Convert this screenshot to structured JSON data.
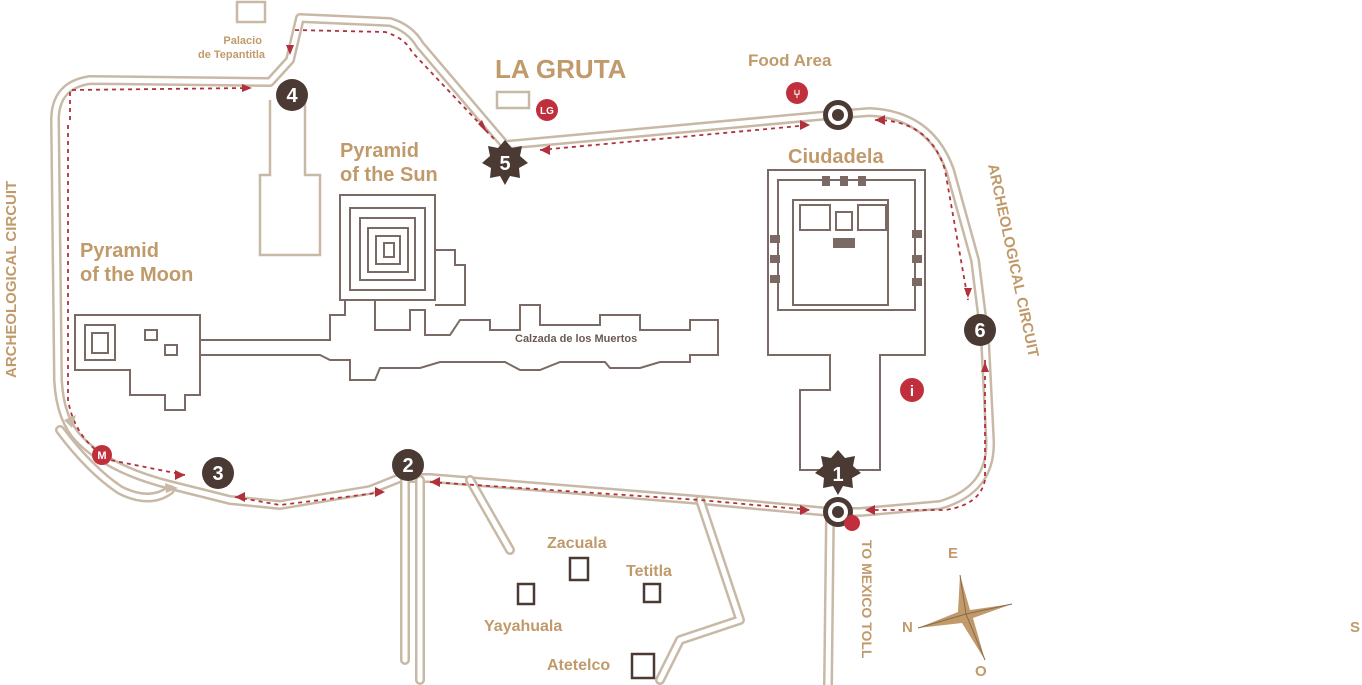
{
  "places": {
    "palacio": "Palacio\nde Tepantitla",
    "la_gruta": "LA GRUTA",
    "food_area": "Food Area",
    "pyramid_sun": "Pyramid\nof the Sun",
    "pyramid_moon": "Pyramid\nof the Moon",
    "ciudadela": "Ciudadela",
    "calzada": "Calzada de los Muertos",
    "zacuala": "Zacuala",
    "tetitla": "Tetitla",
    "yayahuala": "Yayahuala",
    "atetelco": "Atetelco"
  },
  "circuit_labels": {
    "left": "ARCHEOLOGICAL CIRCUIT",
    "right": "ARCHEOLOGICAL CIRCUIT"
  },
  "road_label": "TO MEXICO TOLL",
  "stops": [
    "1",
    "2",
    "3",
    "4",
    "5",
    "6"
  ],
  "markers": {
    "restaurant_badge": "LG",
    "metro_badge": "M",
    "info_badge": "i"
  },
  "compass": {
    "e": "E",
    "n": "N",
    "o": "O",
    "s": "S"
  },
  "colors": {
    "gold": "#c19a6b",
    "dark": "#4a3a33",
    "route": "#b0303c",
    "road": "#c8b9a6"
  }
}
